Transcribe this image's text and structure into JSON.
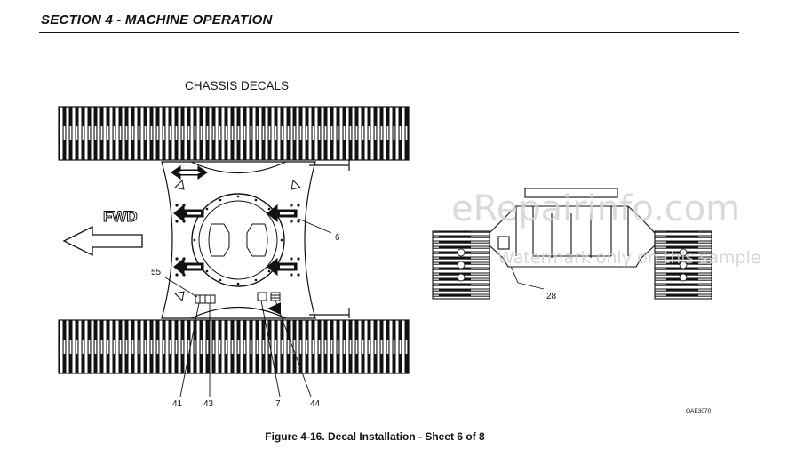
{
  "header": {
    "section_title": "SECTION 4 - MACHINE OPERATION"
  },
  "figure": {
    "left_view_title": "CHASSIS DECALS",
    "direction_label": "FWD",
    "callouts": {
      "c6": "6",
      "c55": "55",
      "c41": "41",
      "c43": "43",
      "c7": "7",
      "c44": "44",
      "c28": "28"
    },
    "drawing_code": "OAE3070",
    "caption": "Figure 4-16. Decal Installation - Sheet 6 of 8"
  },
  "watermark": {
    "site": "eRepairinfo.com",
    "notice": "Watermark only on this sample"
  }
}
